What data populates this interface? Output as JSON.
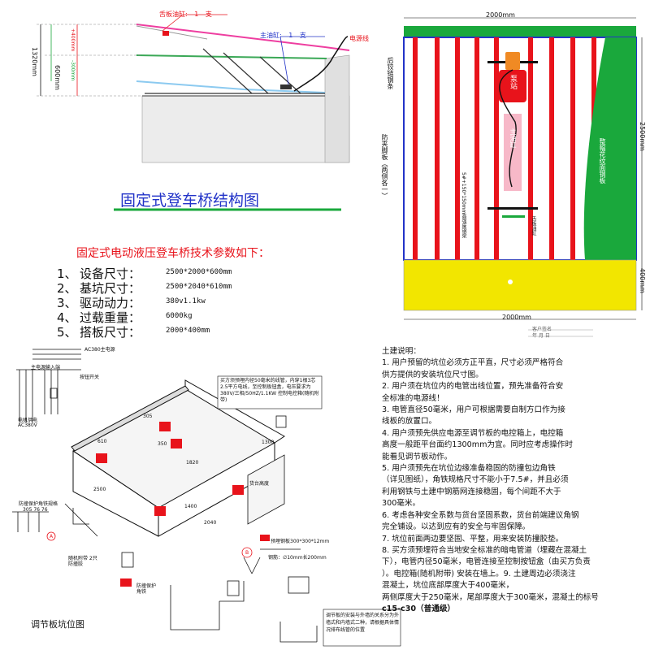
{
  "top_left": {
    "tongue_cyl_label": "舌板油缸:",
    "tongue_cyl_count": "1",
    "tongue_cyl_unit": "支",
    "main_cyl_label": "主油缸:",
    "main_cyl_count": "1",
    "main_cyl_unit": "支",
    "power_line": "电源线",
    "dim_1320": "1320mm",
    "dim_plus400": "+400mm",
    "dim_600": "600mm",
    "dim_minus300": "-300mm",
    "title": "固定式登车桥结构图"
  },
  "top_right": {
    "dim_top": "2000mm",
    "dim_bottom": "2000mm",
    "dim_2500": "2500mm",
    "dim_400": "400mm",
    "rear_hinge": "后铰链钢条",
    "side_skirt": "防夹脚板（两侧各一）",
    "pump_station": "泵站",
    "main_cylinder": "主油缸",
    "beam_label": "5#+150*150mm高强度钢梁",
    "tongue_cylinder": "舌板油缸",
    "pattern_plate": "整幅花纹面钢板",
    "customer_label": "客户签名",
    "date_label": "年  月  日"
  },
  "params": {
    "heading": "固定式电动液压登车桥技术参数如下：",
    "items": [
      {
        "num": "1、",
        "name": "设备尺寸：",
        "value": "2500*2000*600mm"
      },
      {
        "num": "2、",
        "name": "基坑尺寸：",
        "value": "2500*2040*610mm"
      },
      {
        "num": "3、",
        "name": "驱动动力：",
        "value": "380v1.1kw"
      },
      {
        "num": "4、",
        "name": "过载重量：",
        "value": "6000kg"
      },
      {
        "num": "5、",
        "name": "搭板尺寸：",
        "value": "2000*400mm"
      }
    ]
  },
  "pit": {
    "ac_label": "AC380主电源",
    "main_input": "主电源输入端",
    "button_switch": "按钮开关",
    "motor_supply": "电机供电",
    "ac380v": "AC380V",
    "spec_note": "买方须预埋内径50毫米的线管，内穿1根3芯2.5平方电线，至控制板钮盒，电压要求为380V/三相/50HZ/1.1KW 控制电控箱(随机附带)",
    "d305": "305",
    "d610": "610",
    "d350": "350",
    "d1820": "1820",
    "d1300": "1300",
    "d2500": "2500",
    "d1400": "1400",
    "d2040": "2040",
    "cargo_height": "货台高度",
    "guard_spec": "防撞保护角铁规格",
    "guard_dims": "305 76 76",
    "circle_a": "A",
    "circle_b": "B",
    "guard_iron": "防撞保护角铁",
    "control_box": "随机附带 2只防撞胶",
    "plate_spec": "预埋钢板300*300*12mm",
    "rebar_spec": "钢筋：∅10mm长200mm",
    "pit_title": "调节板坑位图",
    "bottom_note": "调节板的安装与外墙的关系分为外墙式和内墙式二种，请根据具体情况排布线管的位置"
  },
  "civil": {
    "heading": "土建说明：",
    "lines": [
      "1. 用户预留的坑位必须方正平直，尺寸必须严格符合",
      "供方提供的安装坑位尺寸图。",
      "2. 用户须在坑位内的电管出线位置，预先准备符合安",
      "全标准的电源线！",
      "3. 电管直径50毫米，用户可根据需要自制方口作为接",
      "线板的放置口。",
      "4. 用户须预先供应电源至调节板的电控箱上，电控箱",
      "高度一般距平台面约1300mm为宜。同时应考虑操作时",
      "能看见调节板动作。",
      "5. 用户须预先在坑位边缘准备稳固的防撞包边角铁",
      "（详见图纸），角铁规格尺寸不能小于7.5#，并且必须",
      "利用钢铁与土建中钢筋网连接稳固，每个间距不大于",
      "300毫米。",
      "6. 考虑各种安全系数与货台坚固系数，货台前端建议角钢",
      "完全铺设。以达到应有的安全与牢固保障。",
      "7. 坑位前面两边要坚固、平整，用来安装防撞胶垫。",
      "8. 买方须预埋符合当地安全标准的暗电管道（埋藏在混凝土",
      "下），电管内径50毫米，电管连接至控制按钮盒（由买方负责",
      "）。电控箱(随机附带) 安装在墙上。9. 土建周边必须浇注",
      "混凝土，坑位底部厚度大于400毫米，",
      "两侧厚度大于250毫米，尾部厚度大于300毫米，混凝土的标号",
      "c15-c30（普通级）"
    ]
  },
  "colors": {
    "green": "#1aa83c",
    "red": "#e8131b",
    "blue": "#2233c8",
    "orange": "#f08a24",
    "pink": "#f7b8c8",
    "yellow": "#f2e600"
  }
}
